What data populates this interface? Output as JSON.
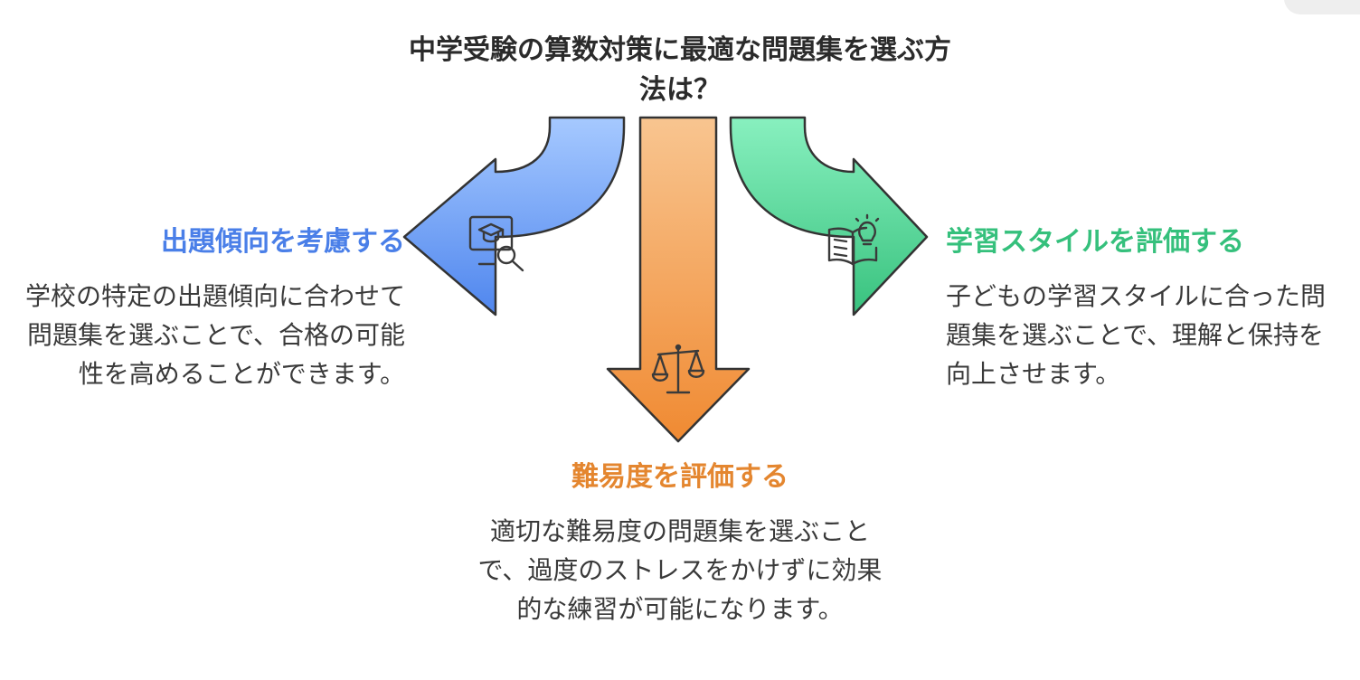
{
  "title": "中学受験の算数対策に最適な問題集を選ぶ方法は？",
  "colors": {
    "blue": "#5b8ff0",
    "orange": "#ee8f3b",
    "green": "#3fca86",
    "icon": "#3a3a3a"
  },
  "branches": [
    {
      "id": "left",
      "heading": "出題傾向を考慮する",
      "body": "学校の特定の出題傾向に合わせて問題集を選ぶことで、合格の可能性を高めることができます。",
      "icon": "online-learning-search-icon"
    },
    {
      "id": "bottom",
      "heading": "難易度を評価する",
      "body": "適切な難易度の問題集を選ぶことで、過度のストレスをかけずに効果的な練習が可能になります。",
      "icon": "balance-scale-icon"
    },
    {
      "id": "right",
      "heading": "学習スタイルを評価する",
      "body": "子どもの学習スタイルに合った問題集を選ぶことで、理解と保持を向上させます。",
      "icon": "book-lightbulb-icon"
    }
  ]
}
